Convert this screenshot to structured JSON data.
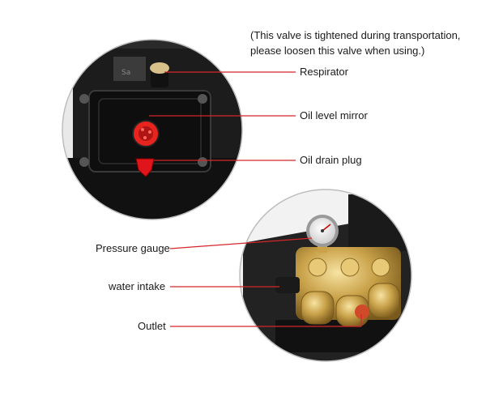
{
  "note": {
    "line1": "(This valve is tightened during transportation,",
    "line2": "please loosen this valve when using.)"
  },
  "top_labels": {
    "respirator": "Respirator",
    "oil_level_mirror": "Oil level mirror",
    "oil_drain_plug": "Oil drain plug"
  },
  "bottom_labels": {
    "pressure_gauge": "Pressure gauge",
    "water_intake": "water intake",
    "outlet": "Outlet"
  },
  "colors": {
    "leader_line": "#d4262b",
    "brass": "#c9a24a",
    "housing": "#1c1c1c",
    "drain_plug": "#e0151b"
  }
}
